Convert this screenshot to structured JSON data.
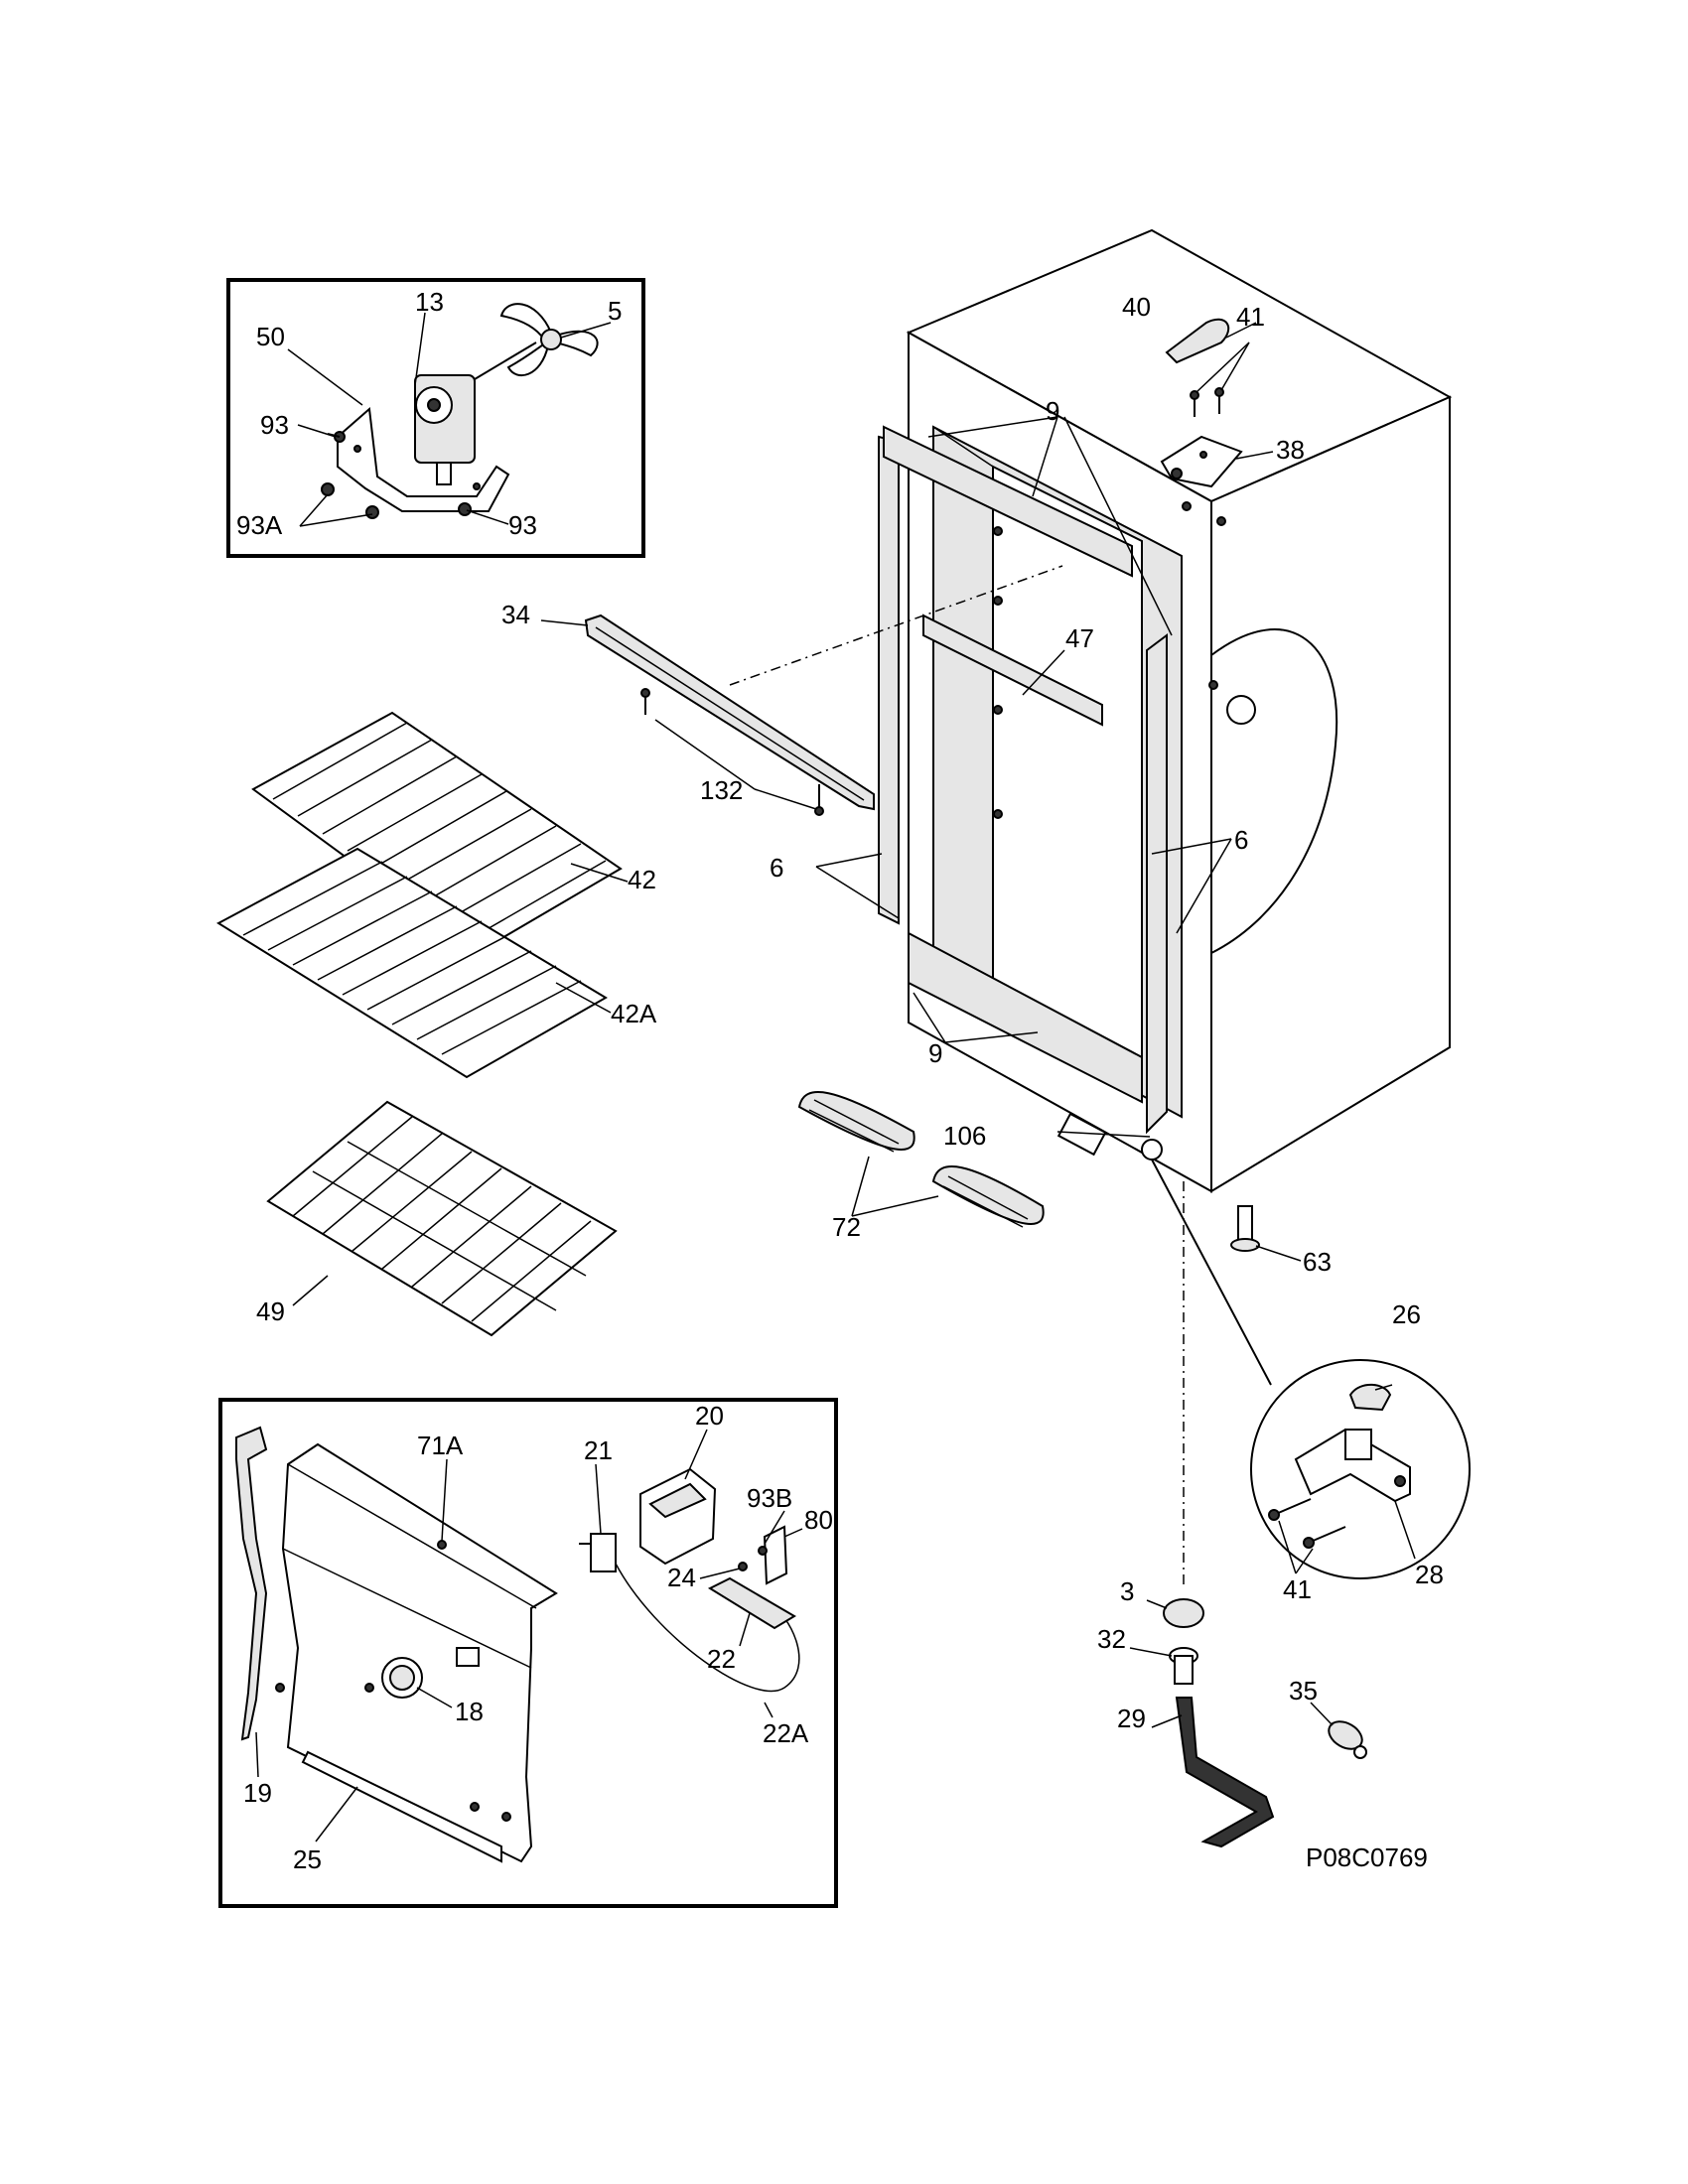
{
  "diagram_code": "P08C0769",
  "callouts": {
    "c3": "3",
    "c5": "5",
    "c6a": "6",
    "c6b": "6",
    "c9a": "9",
    "c9b": "9",
    "c13": "13",
    "c18": "18",
    "c19": "19",
    "c20": "20",
    "c21": "21",
    "c22": "22",
    "c22A": "22A",
    "c24": "24",
    "c25": "25",
    "c26": "26",
    "c28": "28",
    "c29": "29",
    "c32": "32",
    "c34": "34",
    "c35": "35",
    "c38": "38",
    "c40": "40",
    "c41a": "41",
    "c41b": "41",
    "c42": "42",
    "c42A": "42A",
    "c47": "47",
    "c49": "49",
    "c50": "50",
    "c63": "63",
    "c71A": "71A",
    "c72": "72",
    "c80": "80",
    "c93a": "93",
    "c93b": "93",
    "c93A": "93A",
    "c93B": "93B",
    "c106": "106",
    "c132": "132"
  }
}
